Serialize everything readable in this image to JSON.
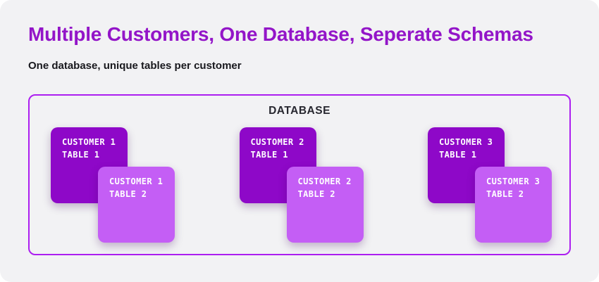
{
  "header": {
    "title": "Multiple Customers, One Database, Seperate Schemas",
    "subtitle": "One database, unique tables per customer"
  },
  "database": {
    "label": "DATABASE",
    "groups": [
      {
        "customer": "CUSTOMER 1",
        "tables": [
          {
            "variant": "dark",
            "lines": [
              "CUSTOMER 1",
              "TABLE 1"
            ]
          },
          {
            "variant": "light",
            "lines": [
              "CUSTOMER 1",
              "TABLE 2"
            ]
          }
        ]
      },
      {
        "customer": "CUSTOMER 2",
        "tables": [
          {
            "variant": "dark",
            "lines": [
              "CUSTOMER 2",
              "TABLE 1"
            ]
          },
          {
            "variant": "light",
            "lines": [
              "CUSTOMER 2",
              "TABLE 2"
            ]
          }
        ]
      },
      {
        "customer": "CUSTOMER 3",
        "tables": [
          {
            "variant": "dark",
            "lines": [
              "CUSTOMER 3",
              "TABLE 1"
            ]
          },
          {
            "variant": "light",
            "lines": [
              "CUSTOMER 3",
              "TABLE 2"
            ]
          }
        ]
      }
    ]
  },
  "colors": {
    "title_text": "#9315C8",
    "subtitle_text": "#18181D",
    "card_background": "#F2F2F4",
    "container_border": "#AC1FF0",
    "database_label_text": "#27272F",
    "table1_fill": "#8E08C8",
    "table2_fill": "#C45EF5",
    "box_text": "#FFFFFF"
  }
}
